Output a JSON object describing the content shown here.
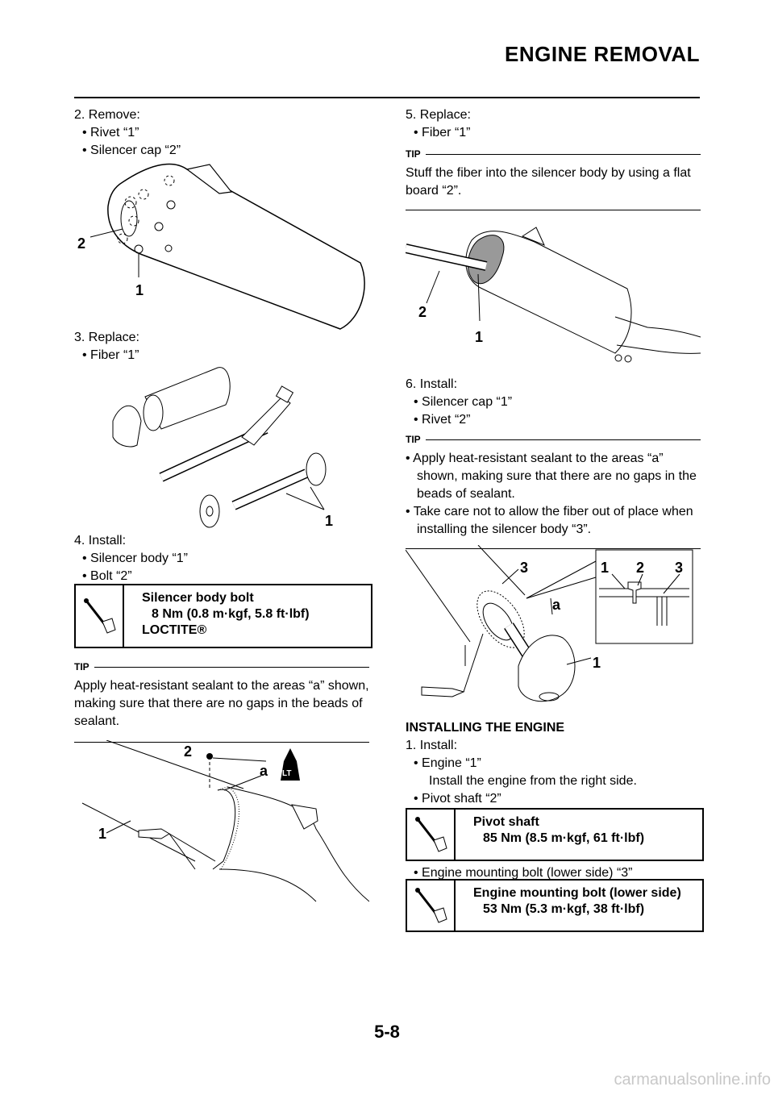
{
  "header": {
    "title": "ENGINE REMOVAL"
  },
  "left": {
    "step2": {
      "label": "2.  Remove:",
      "b1": "• Rivet “1”",
      "b2": "• Silencer cap “2”"
    },
    "fig1": {
      "c1": "2",
      "c2": "1"
    },
    "step3": {
      "label": "3.  Replace:",
      "b1": "• Fiber “1”"
    },
    "fig2": {
      "c1": "1"
    },
    "step4": {
      "label": "4.  Install:",
      "b1": "• Silencer body “1”",
      "b2": "• Bolt “2”"
    },
    "spec": {
      "name": "Silencer body bolt",
      "value": "8 Nm (0.8 m·kgf, 5.8 ft·lbf)",
      "extra": "LOCTITE®"
    },
    "tip": {
      "label": "TIP",
      "body": "Apply heat-resistant sealant to the areas “a” shown, making sure that there are no gaps in the beads of sealant."
    },
    "fig3": {
      "c1": "2",
      "c2": "a",
      "c3": "1",
      "lt": "LT"
    }
  },
  "right": {
    "step5": {
      "label": "5.  Replace:",
      "b1": "• Fiber “1”"
    },
    "tip1": {
      "label": "TIP",
      "body": "Stuff the fiber into the silencer body by using a flat board “2”."
    },
    "fig4": {
      "c1": "2",
      "c2": "1"
    },
    "step6": {
      "label": "6.  Install:",
      "b1": "• Silencer cap “1”",
      "b2": "• Rivet “2”"
    },
    "tip2": {
      "label": "TIP",
      "b1": "• Apply heat-resistant sealant to the areas “a” shown, making sure that there are no gaps in the beads of sealant.",
      "b2": "• Take care not to allow the fiber out of place when installing the silencer body “3”."
    },
    "fig5": {
      "c1": "3",
      "c2": "a",
      "c3": "1",
      "d1": "1",
      "d2": "2",
      "d3": "3"
    },
    "install": {
      "heading": "INSTALLING THE ENGINE",
      "label": "1.  Install:",
      "b1": "• Engine “1”",
      "b1note": "Install the engine from the right side.",
      "b2": "• Pivot shaft “2”"
    },
    "spec1": {
      "name": "Pivot shaft",
      "value": "85 Nm (8.5 m·kgf, 61 ft·lbf)"
    },
    "b3": "• Engine mounting bolt (lower side) “3”",
    "spec2": {
      "name": "Engine mounting bolt (lower side)",
      "value": "53 Nm (5.3 m·kgf, 38 ft·lbf)"
    }
  },
  "footer": {
    "page": "5-8",
    "watermark": "carmanualsonline.info"
  }
}
